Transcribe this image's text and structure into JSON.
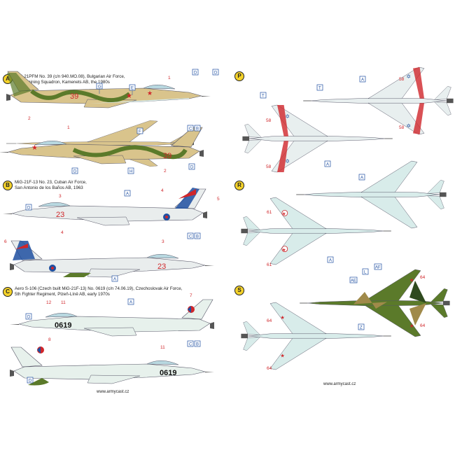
{
  "profiles": [
    {
      "letter": "A",
      "lines": [
        "MiG-21PFM No. 39 (c/n 940.MO.08), Bulgarian Air Force,",
        "1/12 Training Squadron, Kamenets AB, the 1980s"
      ]
    },
    {
      "letter": "B",
      "lines": [
        "MiG-21F-13 No. 23, Cuban Air Force,",
        "San Antonio de los Baños AB, 1963"
      ]
    },
    {
      "letter": "C",
      "lines": [
        "Aero S-106 (Czech built MiG-21F-13) No. 0619 (c/n 74.06.19), Czechoslovak Air Force,",
        "5th Fighter Regiment, Plzeň-Líně AB, early 1970s"
      ]
    }
  ],
  "plan_letters": [
    "P",
    "R",
    "S"
  ],
  "markings": {
    "a_number": "39",
    "b_number": "23",
    "c_number": "0619",
    "p_num": "58",
    "r_num": "61",
    "s_num": "64",
    "n1": "1",
    "n2": "2",
    "n3": "3",
    "n4": "4",
    "n5": "5",
    "n6": "6",
    "n7": "7",
    "n8": "8",
    "n11": "11",
    "n12": "12"
  },
  "callout_labels": {
    "A": "A",
    "B": "B",
    "C": "C",
    "D": "D",
    "E": "E",
    "F": "F",
    "G": "G",
    "H": "H",
    "T": "T",
    "L": "L",
    "Z": "Z",
    "AE": "AE",
    "AF": "AF"
  },
  "website": "www.armycast.cz",
  "colors": {
    "badge": "#f4d22a",
    "callout": "#1f4fa0",
    "number": "#d0262a",
    "sand": "#d9c48c",
    "camo_green": "#5b7a2a",
    "sky": "#d8ecea"
  }
}
